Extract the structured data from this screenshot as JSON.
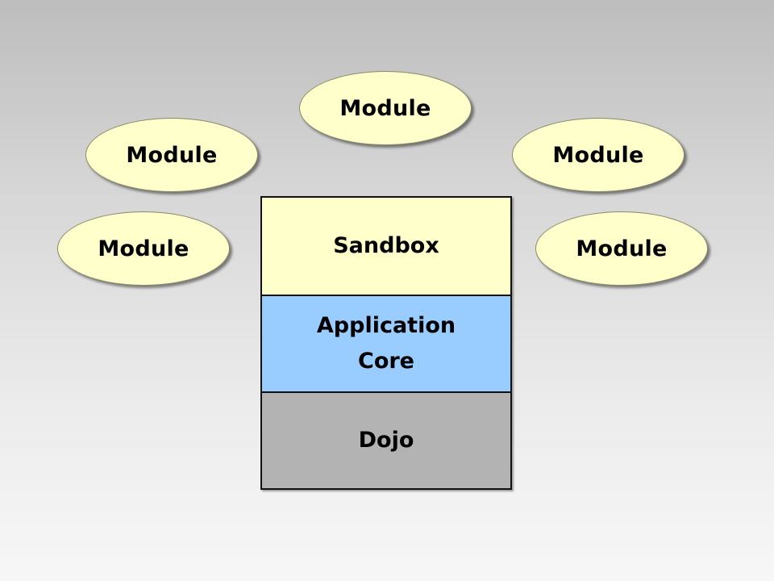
{
  "diagram": {
    "modules": [
      {
        "label": "Module",
        "position": "top-center"
      },
      {
        "label": "Module",
        "position": "upper-left"
      },
      {
        "label": "Module",
        "position": "upper-right"
      },
      {
        "label": "Module",
        "position": "lower-left"
      },
      {
        "label": "Module",
        "position": "lower-right"
      }
    ],
    "layers": [
      {
        "name": "sandbox",
        "label": "Sandbox",
        "color": "#ffffcc"
      },
      {
        "name": "application-core",
        "line1": "Application",
        "line2": "Core",
        "color": "#99ccff"
      },
      {
        "name": "dojo",
        "label": "Dojo",
        "color": "#b3b3b3"
      }
    ]
  }
}
